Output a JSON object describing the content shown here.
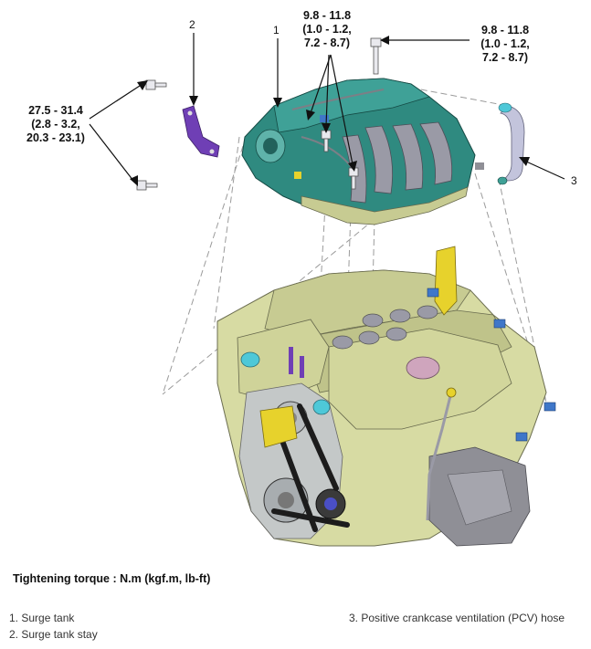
{
  "callouts": {
    "top_center": [
      "9.8 - 11.8",
      "(1.0 - 1.2,",
      "7.2 - 8.7)"
    ],
    "top_right": [
      "9.8 - 11.8",
      "(1.0 - 1.2,",
      "7.2 - 8.7)"
    ],
    "left": [
      "27.5 - 31.4",
      "(2.8 - 3.2,",
      "20.3 - 23.1)"
    ]
  },
  "part_numbers": {
    "n1": "1",
    "n2": "2",
    "n3": "3"
  },
  "torque_title": "Tightening torque : N.m (kgf.m, lb-ft)",
  "legend": {
    "item1": "1. Surge tank",
    "item2": "2. Surge tank stay",
    "item3": "3. Positive crankcase ventilation (PCV) hose"
  },
  "colors": {
    "engine_body": "#d7dba3",
    "engine_shadow": "#a9ad7c",
    "surge_tank": "#3a8f86",
    "surge_tank_dark": "#22625c",
    "manifold_gray": "#9a9aa6",
    "stay_purple": "#6f3fb5",
    "hose_lavender": "#c3c4dc",
    "yellow_bracket": "#e7d22c",
    "blue_sensor": "#3f77c9",
    "cyan_part": "#4ec8d8",
    "belt_black": "#1c1c1c",
    "exhaust_gray": "#8f8f96"
  }
}
